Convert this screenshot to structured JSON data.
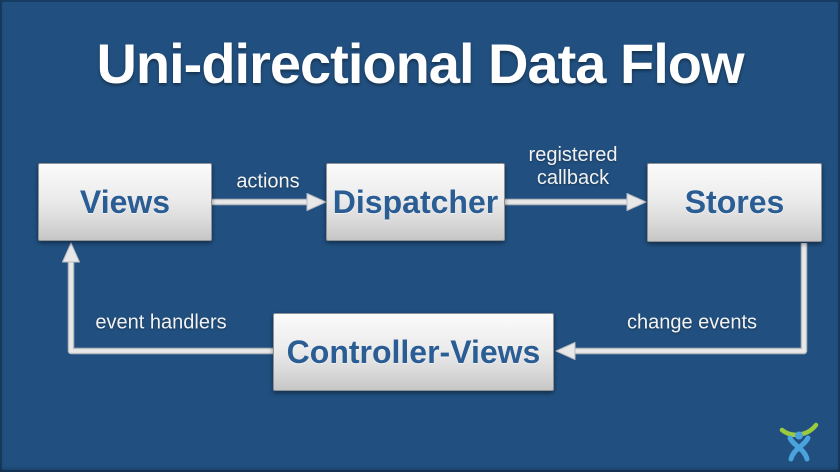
{
  "slide": {
    "title": "Uni-directional Data Flow"
  },
  "nodes": {
    "views": {
      "label": "Views"
    },
    "dispatcher": {
      "label": "Dispatcher"
    },
    "stores": {
      "label": "Stores"
    },
    "controller_views": {
      "label": "Controller-Views"
    }
  },
  "edges": {
    "actions": {
      "label": "actions",
      "from": "views",
      "to": "dispatcher"
    },
    "registered_callback": {
      "label": "registered\ncallback",
      "from": "dispatcher",
      "to": "stores"
    },
    "change_events": {
      "label": "change events",
      "from": "stores",
      "to": "controller_views"
    },
    "event_handlers": {
      "label": "event handlers",
      "from": "controller_views",
      "to": "views"
    }
  },
  "footer": {
    "logo": "atlassian-charlie-logo"
  },
  "colors": {
    "background": "#215080",
    "node_text": "#2b5d95",
    "label_text": "#f2f2f2",
    "arrow": "#e8e8e8",
    "logo_arc": "#9bca3e",
    "logo_figure": "#4aa3dd"
  }
}
